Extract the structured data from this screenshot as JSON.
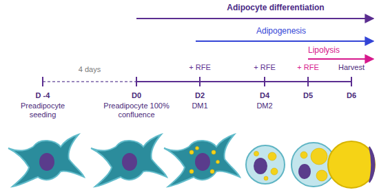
{
  "diagram": {
    "labels": [
      "Adipocyte differentiation",
      "Adipogenesis",
      "Lipolysis",
      "4 days",
      "+ RFE",
      "+ RFE",
      "+ RFE",
      "Harvest",
      "D -4",
      "Preadipocyte seeding",
      "D0",
      "Preadipocyte 100% confluence",
      "D2",
      "DM1",
      "D4",
      "DM2",
      "D5",
      "D6"
    ]
  }
}
